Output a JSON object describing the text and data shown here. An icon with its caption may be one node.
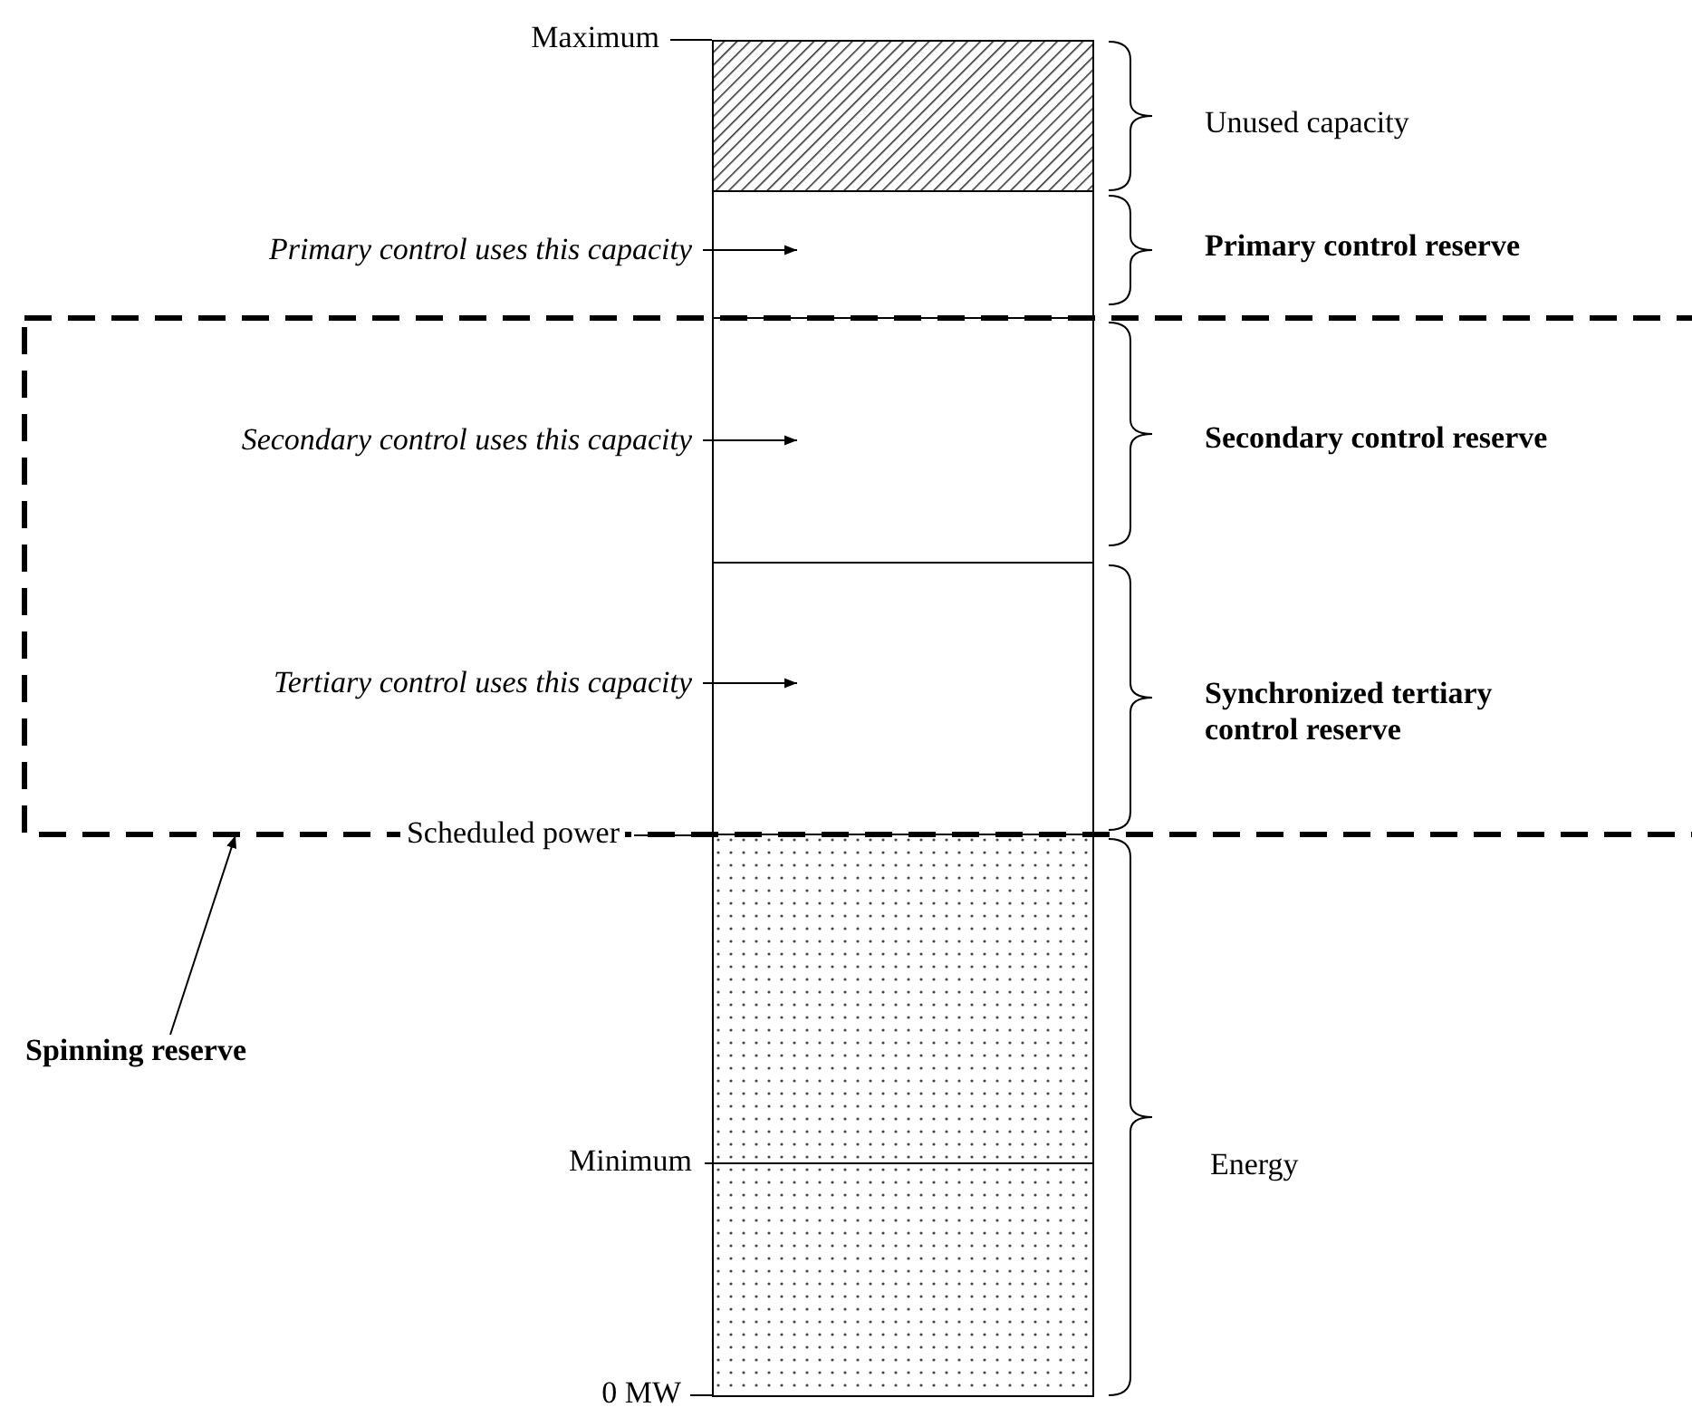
{
  "diagram": {
    "nodes": [
      {
        "text": [],
        "shape": "box",
        "beside": [
          "Unused capacity"
        ]
      },
      {
        "text": [],
        "shape": "box",
        "beside": [
          "Primary control reserve"
        ]
      },
      {
        "text": [],
        "shape": "box"
      },
      {
        "text": [],
        "shape": "box",
        "in": 2,
        "beside": [
          "Secondary control reserve"
        ]
      },
      {
        "text": [],
        "shape": "box",
        "in": 2,
        "beside": [
          "Synchronized tertiary control reserve"
        ]
      },
      {
        "text": [],
        "shape": "box",
        "beside": [
          "Energy"
        ]
      },
      {
        "text": [
          "Primary control uses this capacity"
        ]
      },
      {
        "text": [
          "Secondary control uses this capacity"
        ],
        "in": 2
      },
      {
        "text": [
          "Tertiary control uses this capacity"
        ],
        "in": 2
      },
      {
        "text": [
          "Spinning reserve"
        ]
      }
    ],
    "edges": [
      {
        "from": 6,
        "to": 1,
        "arrow": "to"
      },
      {
        "from": 7,
        "to": 3,
        "arrow": "to"
      },
      {
        "from": 8,
        "to": 4,
        "arrow": "to"
      },
      {
        "from": 9,
        "to": 2,
        "arrow": "to"
      }
    ],
    "labels": [
      "Maximum",
      "Scheduled power",
      "Minimum",
      "0 MW"
    ]
  }
}
